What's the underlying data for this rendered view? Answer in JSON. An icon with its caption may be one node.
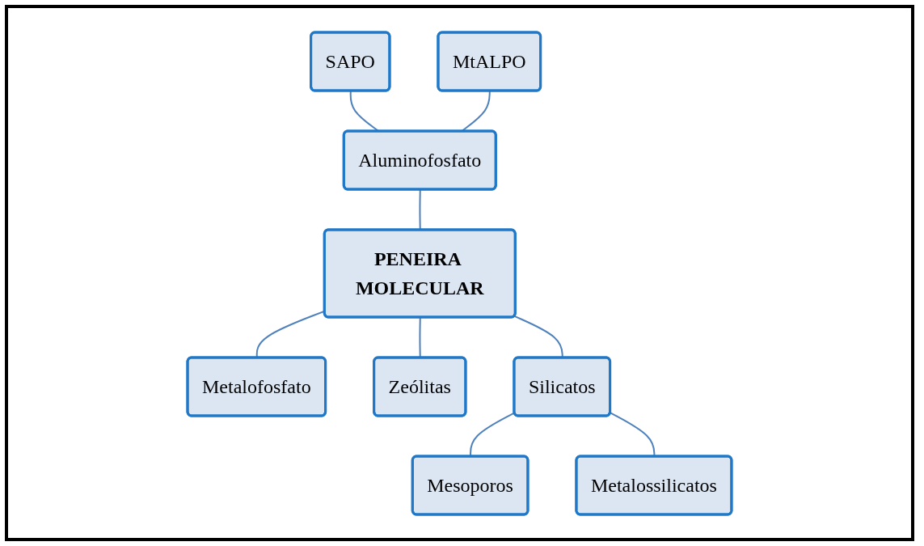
{
  "diagram": {
    "nodes": [
      {
        "text": [
          "SAPO"
        ]
      },
      {
        "text": [
          "MtALPO"
        ]
      },
      {
        "text": [
          "Aluminofosfato"
        ]
      },
      {
        "text": [
          "PENEIRA MOLECULAR"
        ]
      },
      {
        "text": [
          "Metalofosfato"
        ]
      },
      {
        "text": [
          "Zeólitas"
        ]
      },
      {
        "text": [
          "Silicatos"
        ]
      },
      {
        "text": [
          "Mesoporos"
        ]
      },
      {
        "text": [
          "Metalossilicatos"
        ]
      }
    ],
    "edges": [
      {
        "from": 0,
        "to": 2,
        "arrow": "none"
      },
      {
        "from": 1,
        "to": 2,
        "arrow": "none"
      },
      {
        "from": 2,
        "to": 3,
        "arrow": "none"
      },
      {
        "from": 3,
        "to": 4,
        "arrow": "none"
      },
      {
        "from": 3,
        "to": 5,
        "arrow": "none"
      },
      {
        "from": 3,
        "to": 6,
        "arrow": "none"
      },
      {
        "from": 6,
        "to": 7,
        "arrow": "none"
      },
      {
        "from": 6,
        "to": 8,
        "arrow": "none"
      }
    ]
  }
}
